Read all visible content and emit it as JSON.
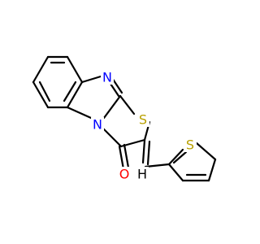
{
  "molecule": {
    "atoms": [
      {
        "element": "N",
        "label": "N",
        "color": "#0000FF"
      },
      {
        "element": "N",
        "label": "N",
        "color": "#0000FF"
      },
      {
        "element": "S",
        "label": "S",
        "color": "#B8A000"
      },
      {
        "element": "O",
        "label": "O",
        "color": "#FF0000"
      },
      {
        "element": "S",
        "label": "S",
        "color": "#B8A000"
      },
      {
        "element": "H",
        "label": "H",
        "color": "#000000"
      }
    ]
  }
}
